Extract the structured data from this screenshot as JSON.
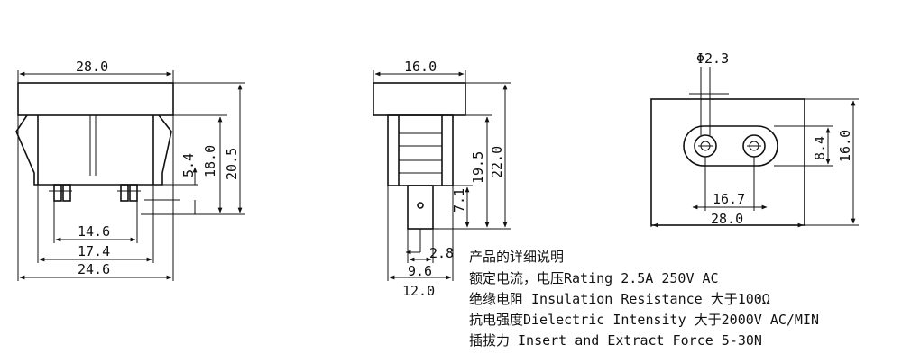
{
  "dims": {
    "front": {
      "w28": "28.0",
      "h54": "5.4",
      "h180": "18.0",
      "h205": "20.5",
      "w146": "14.6",
      "w174": "17.4",
      "w246": "24.6"
    },
    "side": {
      "w160": "16.0",
      "h195": "19.5",
      "h220": "22.0",
      "h71": "7.1",
      "w28": "2.8",
      "w96": "9.6",
      "w120": "12.0"
    },
    "face": {
      "phi": "Φ2.3",
      "h84": "8.4",
      "h160": "16.0",
      "w167": "16.7",
      "w280": "28.0"
    }
  },
  "spec": {
    "title": "产品的详细说明",
    "line1": "额定电流，电压Rating 2.5A 250V AC",
    "line2": "绝缘电阻 Insulation Resistance 大于100Ω",
    "line3": "抗电强度Dielectric Intensity 大于2000V AC/MIN",
    "line4": "插拔力 Insert and Extract Force 5-30N"
  }
}
